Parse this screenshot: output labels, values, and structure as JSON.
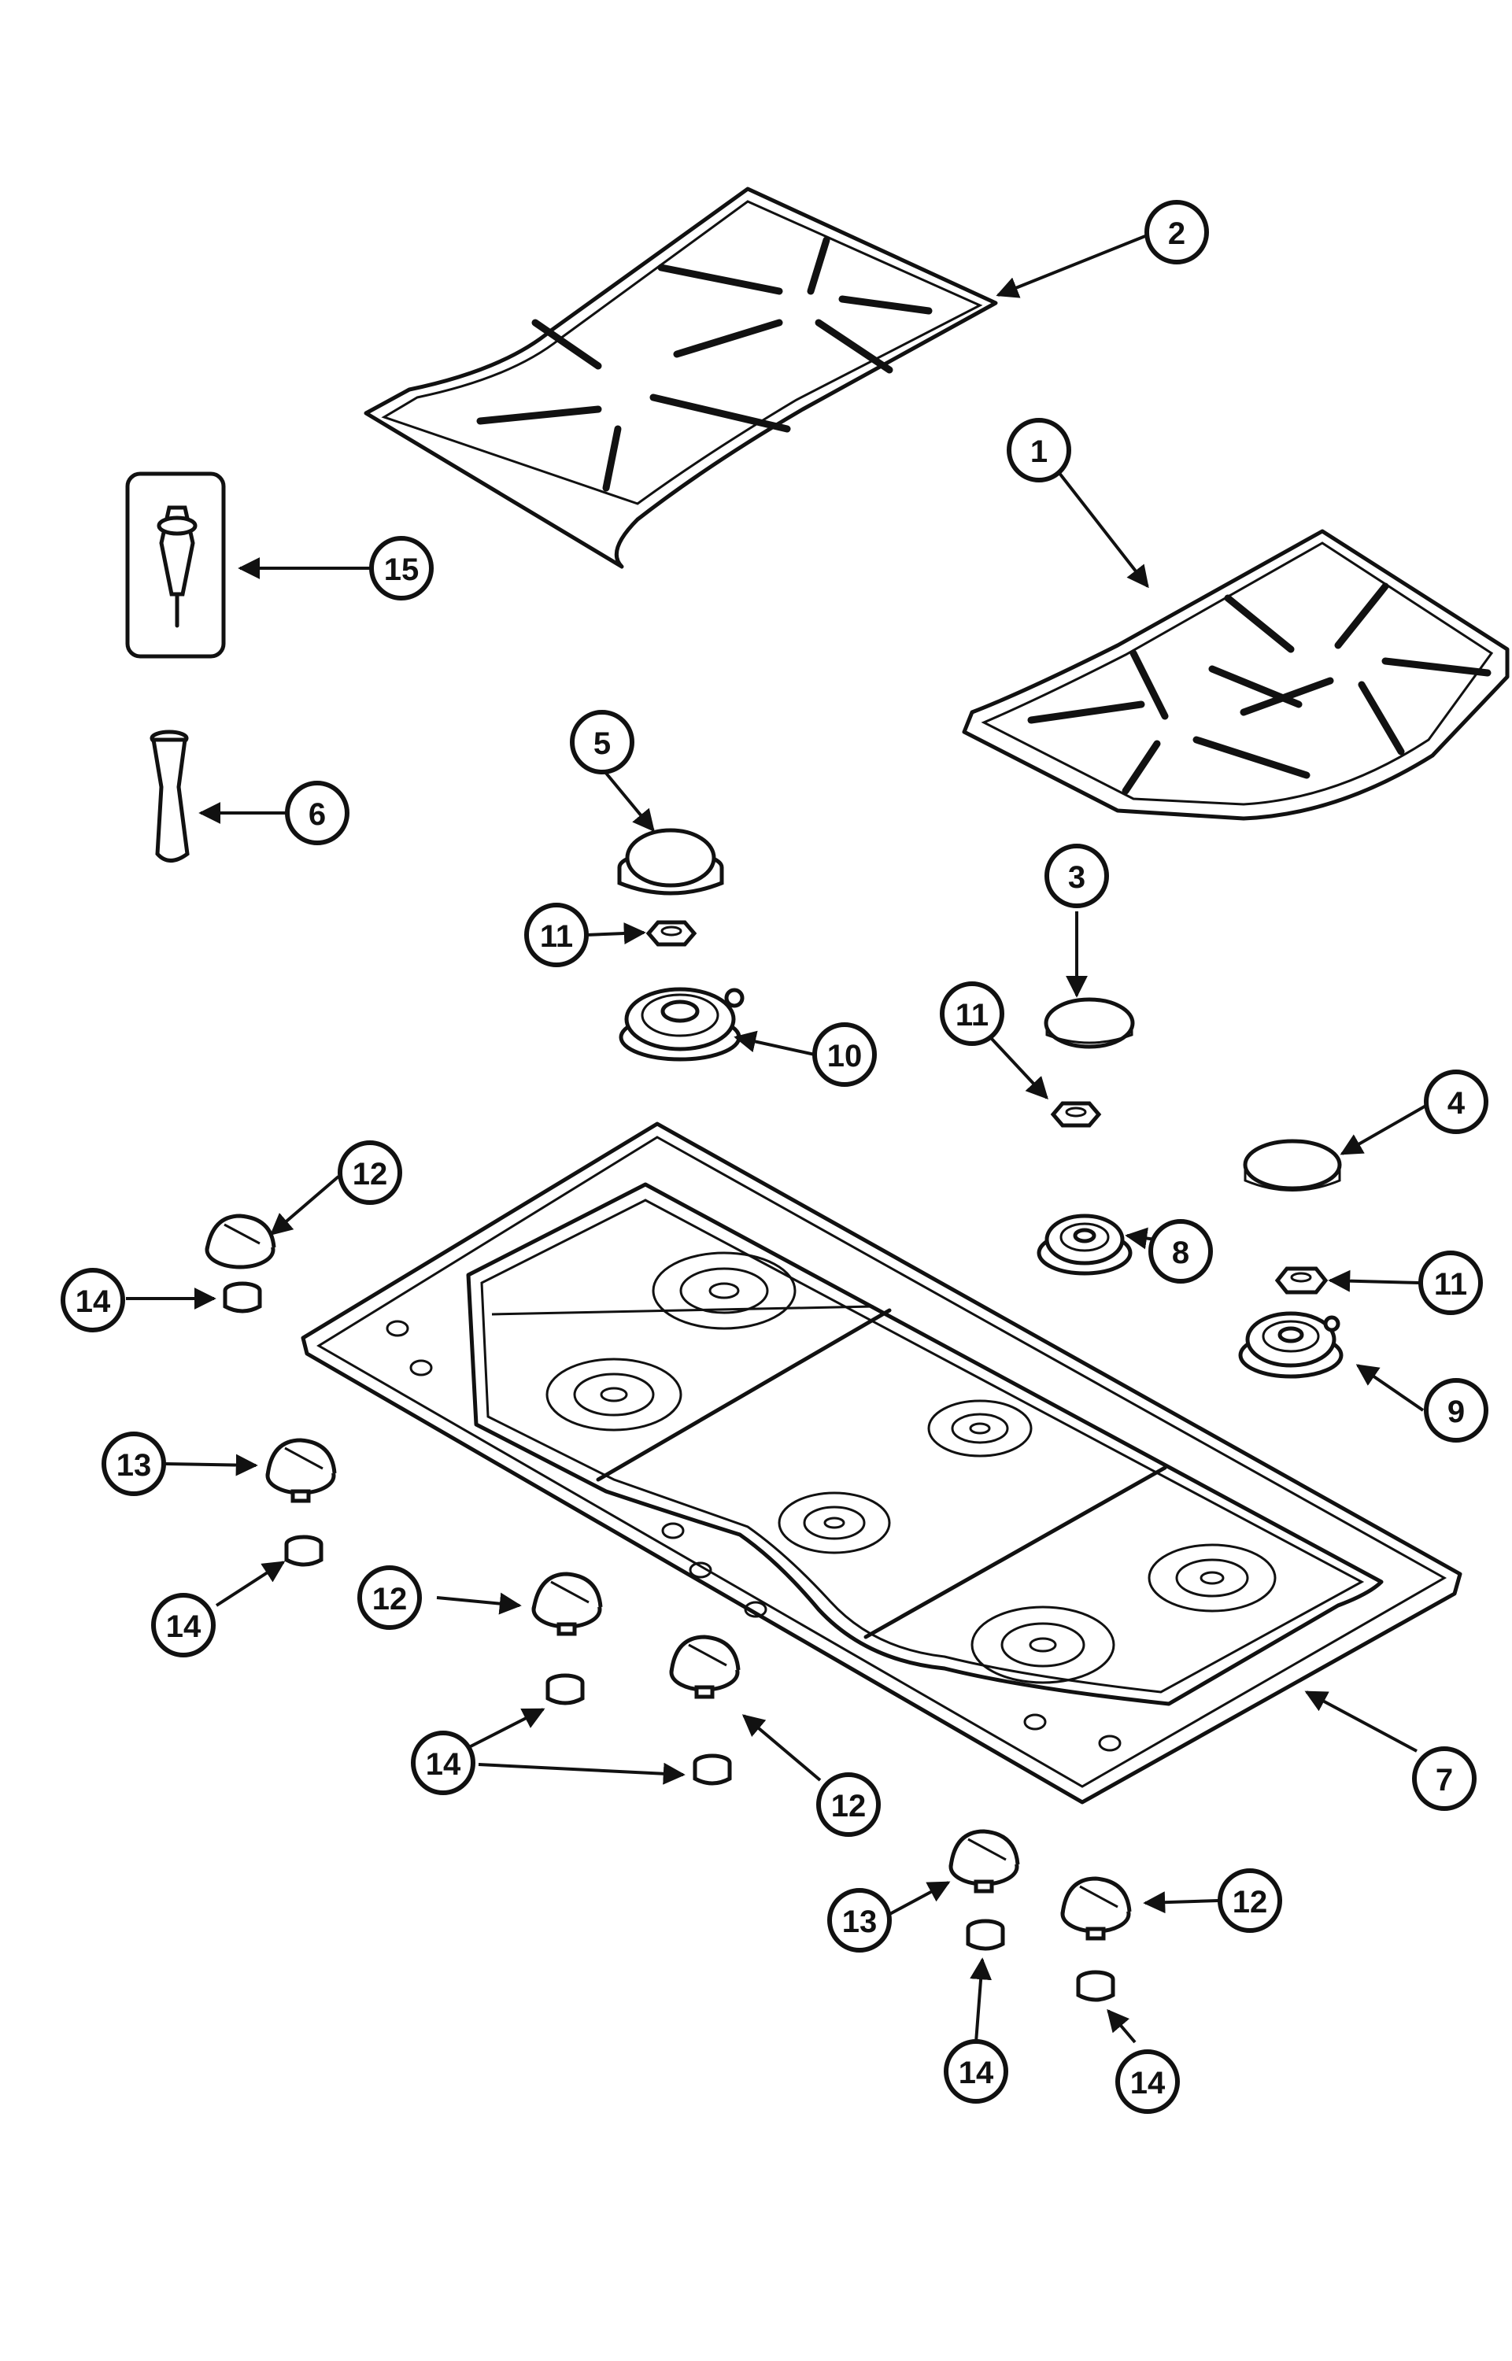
{
  "callouts": [
    {
      "id": "c2",
      "label": "2"
    },
    {
      "id": "c1",
      "label": "1"
    },
    {
      "id": "c15",
      "label": "15"
    },
    {
      "id": "c6",
      "label": "6"
    },
    {
      "id": "c5",
      "label": "5"
    },
    {
      "id": "c11a",
      "label": "11"
    },
    {
      "id": "c10",
      "label": "10"
    },
    {
      "id": "c3",
      "label": "3"
    },
    {
      "id": "c11b",
      "label": "11"
    },
    {
      "id": "c4",
      "label": "4"
    },
    {
      "id": "c12a",
      "label": "12"
    },
    {
      "id": "c8",
      "label": "8"
    },
    {
      "id": "c11c",
      "label": "11"
    },
    {
      "id": "c14a",
      "label": "14"
    },
    {
      "id": "c9",
      "label": "9"
    },
    {
      "id": "c13a",
      "label": "13"
    },
    {
      "id": "c14b",
      "label": "14"
    },
    {
      "id": "c12b",
      "label": "12"
    },
    {
      "id": "c14c",
      "label": "14"
    },
    {
      "id": "c12c",
      "label": "12"
    },
    {
      "id": "c7",
      "label": "7"
    },
    {
      "id": "c13b",
      "label": "13"
    },
    {
      "id": "c12d",
      "label": "12"
    },
    {
      "id": "c14d",
      "label": "14"
    },
    {
      "id": "c14e",
      "label": "14"
    }
  ]
}
